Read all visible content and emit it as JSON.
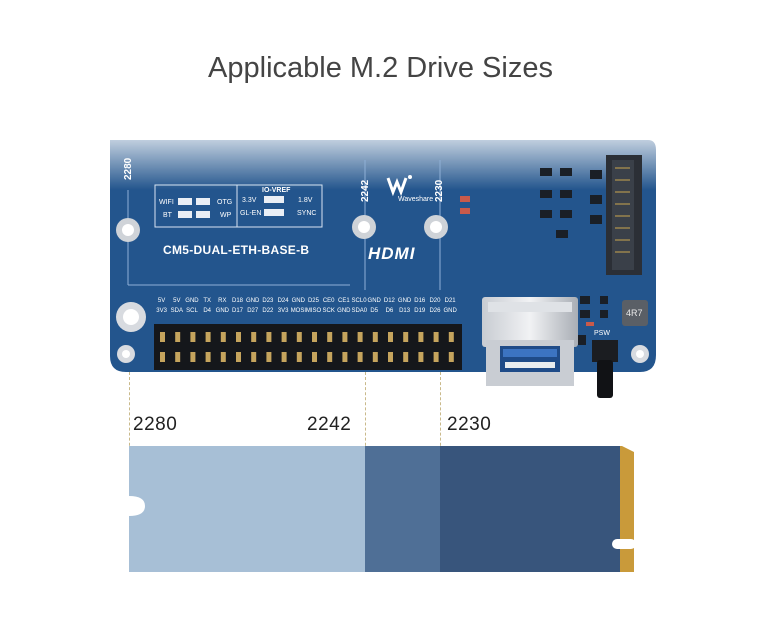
{
  "title": "Applicable M.2 Drive Sizes",
  "board": {
    "model": "CM5-DUAL-ETH-BASE-B",
    "brand": "Waveshare",
    "hdmi": "HDMI",
    "jumpers": {
      "wifi": "WIFI",
      "bt": "BT",
      "otg": "OTG",
      "wp": "WP",
      "io_vref": "IO-VREF",
      "v33": "3.3V",
      "v18": "1.8V",
      "gl_en": "GL-EN",
      "sync": "SYNC"
    },
    "pins_top": [
      "5V",
      "5V",
      "GND",
      "TX",
      "RX",
      "D18",
      "GND",
      "D23",
      "D24",
      "GND",
      "D25",
      "CE0",
      "CE1",
      "SCL0",
      "GND",
      "D12",
      "GND",
      "D16",
      "D20",
      "D21"
    ],
    "pins_bottom": [
      "3V3",
      "SDA",
      "SCL",
      "D4",
      "GND",
      "D17",
      "D27",
      "D22",
      "3V3",
      "MOSI",
      "MISO",
      "SCK",
      "GND",
      "SDA0",
      "D5",
      "D6",
      "D13",
      "D19",
      "D26",
      "GND"
    ],
    "silk_2280": "2280",
    "silk_2242": "2242",
    "silk_2230": "2230",
    "psw": "PSW",
    "inductor": "4R7"
  },
  "sizes": [
    {
      "label": "2280"
    },
    {
      "label": "2242"
    },
    {
      "label": "2230"
    }
  ],
  "colors": {
    "pcb": "#23558d",
    "ssd_2280": "#a7bfd6",
    "ssd_2242": "#4f6f96",
    "ssd_2230": "#38557c",
    "gold": "#c99a3a"
  }
}
